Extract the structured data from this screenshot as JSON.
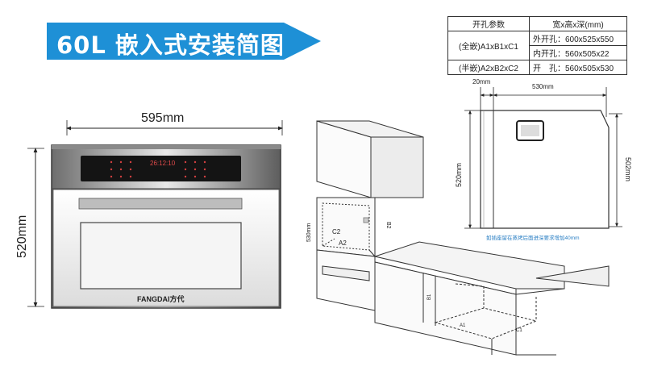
{
  "title": "60L 嵌入式安装简图",
  "colors": {
    "banner": "#1e90d6",
    "oven_body": "#5a5a5a",
    "panel": "#141414",
    "display": "#e34b4b",
    "note": "#2a7fc4"
  },
  "spec_table": {
    "header": [
      "开孔参数",
      "宽x高x深(mm)"
    ],
    "full_embed": {
      "label": "(全嵌)A1xB1xC1",
      "outer": "外开孔：600x525x550",
      "inner": "内开孔：560x505x22"
    },
    "half_embed": {
      "label": "(半嵌)A2xB2xC2",
      "hole": "开　孔：560x505x530"
    }
  },
  "oven": {
    "width_dim": "595mm",
    "height_dim": "520mm",
    "brand": "FANGDAI方代",
    "display_text": "26:12:10"
  },
  "cabinet": {
    "tall_height": "530mm",
    "labels": {
      "c2": "C2",
      "a2": "A2",
      "b2": "B2",
      "b1": "B1",
      "a1": "A1",
      "c1": "C1"
    }
  },
  "side_view": {
    "gap_dim": "20mm",
    "depth_dim": "530mm",
    "left_height": "520mm",
    "right_height": "502mm",
    "note": "如插座留在蒸烤后面进深要求增加40mm"
  }
}
